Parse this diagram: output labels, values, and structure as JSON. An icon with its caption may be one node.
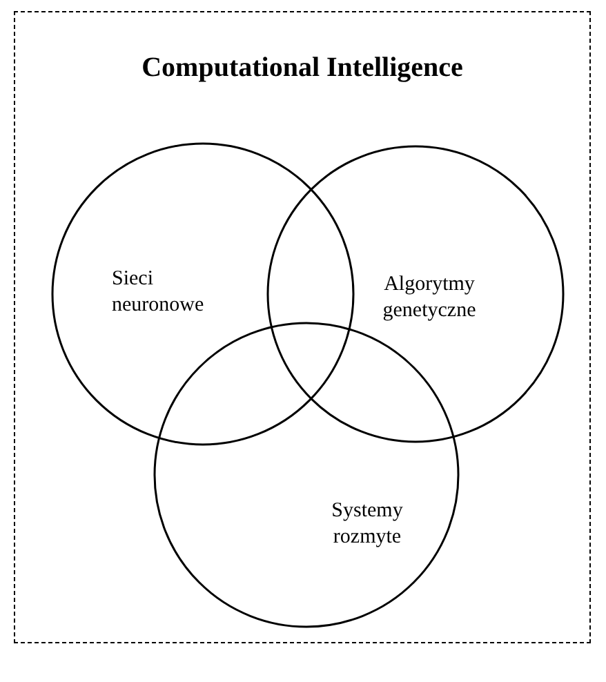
{
  "diagram": {
    "nodes": [
      {
        "text": [
          "Computational Intelligence"
        ]
      },
      {
        "text": [
          "Sieci neuronowe"
        ],
        "in": 0
      },
      {
        "text": [
          "Algorytmy genetyczne"
        ],
        "in": 0
      },
      {
        "text": [
          "Systemy rozmyte"
        ],
        "in": 0
      }
    ]
  }
}
